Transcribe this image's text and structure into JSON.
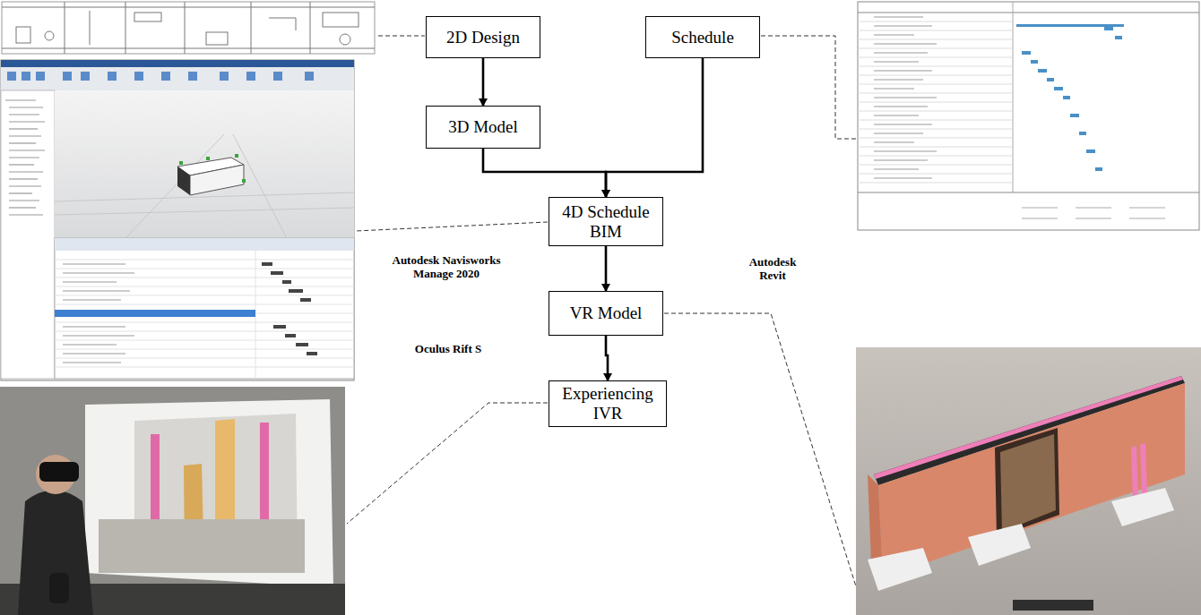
{
  "diagram": {
    "nodes": [
      {
        "text": [
          "2D Design"
        ]
      },
      {
        "text": [
          "Schedule"
        ]
      },
      {
        "text": [
          "3D Model"
        ]
      },
      {
        "text": [
          "4D Schedule BIM"
        ]
      },
      {
        "text": [
          "VR Model"
        ]
      },
      {
        "text": [
          "Experiencing IVR"
        ]
      }
    ],
    "edges": [
      {
        "from": 0,
        "to": 2,
        "arrow": "to"
      },
      {
        "from": 2,
        "to": 3,
        "arrow": "to"
      },
      {
        "from": 1,
        "to": 3,
        "arrow": "to"
      },
      {
        "from": 3,
        "to": 4,
        "arrow": "to"
      },
      {
        "from": 4,
        "to": 5,
        "arrow": "to"
      }
    ],
    "labels": [
      "Autodesk Navisworks Manage 2020",
      "Autodesk Revit",
      "Oculus Rift S"
    ]
  }
}
